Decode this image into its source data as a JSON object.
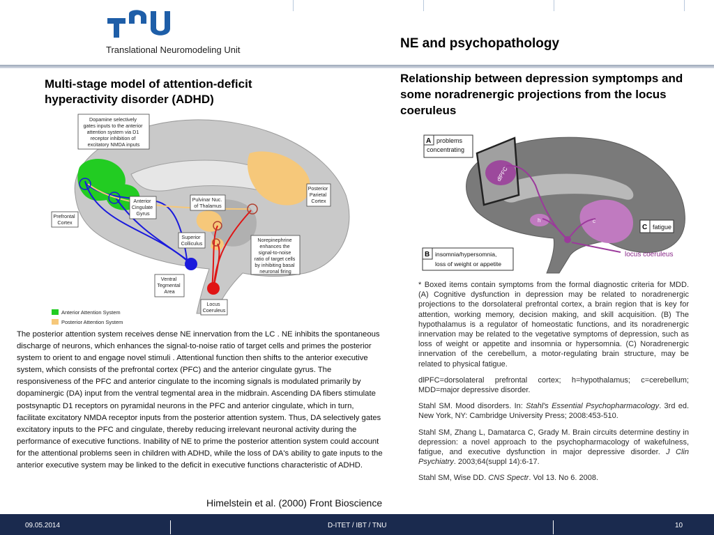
{
  "header": {
    "logo_text": "Translational Neuromodeling Unit",
    "slide_title": "NE and psychopathology"
  },
  "left": {
    "heading": "Multi-stage model of attention-deficit hyperactivity disorder (ADHD)",
    "figure": {
      "label_dopamine": [
        "Dopamine selectively",
        "gates inputs to the anterior",
        "attention system via D1",
        "receptor inhibition of",
        "excitatory NMDA inputs"
      ],
      "label_posterior_parietal": [
        "Posterior",
        "Parietal",
        "Cortex"
      ],
      "label_anterior_cingulate": [
        "Anterior",
        "Cingulate",
        "Gyrus"
      ],
      "label_pulvinar": [
        "Pulvinar Nuc.",
        "of Thalamus"
      ],
      "label_prefrontal": [
        "Prefrontal",
        "Cortex"
      ],
      "label_superior_colliculus": [
        "Superior",
        "Colliculus"
      ],
      "label_norepinephrine": [
        "Norepinephrine",
        "enhances the",
        "signal-to-noise",
        "ratio of target cells",
        "by inhibiting basal",
        "neuronal firing"
      ],
      "label_vta": [
        "Ventral",
        "Tegmental",
        "Area"
      ],
      "label_locus": [
        "Locus",
        "Coeruleus"
      ],
      "legend_anterior": "Anterior Attention System",
      "legend_posterior": "Posterior Attention System",
      "colors": {
        "anterior": "#22cc22",
        "posterior": "#f6c87a",
        "dopamine": "#1a1adc",
        "norepinephrine": "#e01414"
      }
    },
    "body": "The posterior attention system receives dense NE innervation from the LC . NE inhibits the spontaneous discharge of neurons, which enhances the signal-to-noise ratio of target cells and primes the posterior system to orient to and engage novel stimuli . Attentional function then shifts to the anterior executive system, which consists of the prefrontal cortex (PFC) and the anterior cingulate gyrus. The responsiveness of the PFC and anterior cingulate to the incoming signals is modulated primarily by dopaminergic (DA) input from the ventral tegmental area in the midbrain. Ascending DA fibers stimulate postsynaptic D1 receptors on pyramidal neurons in the PFC and anterior cingulate, which in turn, facilitate excitatory NMDA receptor inputs from the posterior attention system. Thus, DA selectively gates excitatory inputs to the PFC and cingulate, thereby reducing irrelevant neuronal activity during the performance of executive functions. Inability of NE to prime the posterior attention system could account for the attentional problems seen in children with ADHD, while the loss of DA's ability to gate inputs to the anterior executive system may be linked to the deficit in executive functions characteristic of ADHD.",
    "citation": "Himelstein et al. (2000) Front Bioscience"
  },
  "right": {
    "heading": "Relationship between depression symptomps and some noradrenergic projections from the locus coeruleus",
    "figure": {
      "box_a_letter": "A",
      "box_a_text": [
        "problems",
        "concentrating"
      ],
      "box_b_letter": "B",
      "box_b_text": [
        "insomnia/hypersomnia,",
        "loss of weight or appetite"
      ],
      "box_c_letter": "C",
      "box_c_text": "fatigue",
      "label_dlpfc": "dlPFC",
      "label_h": "h",
      "label_c": "c",
      "label_locus": "locus coeruleus",
      "colors": {
        "projection": "#9b3a9b",
        "brain": "#7a7a7a"
      }
    },
    "notes": [
      "* Boxed items contain symptoms from the formal diagnostic criteria for MDD. (A) Cognitive dysfunction in depression may be related to noradrenergic projections to the dorsolateral prefrontal cortex, a brain region that is key for attention, working memory, decision making, and skill acquisition. (B) The hypothalamus is a regulator of homeostatic functions, and its noradrenergic innervation may be related to the vegetative symptoms of depression, such as loss of weight or appetite and insomnia or hypersomnia. (C) Noradrenergic innervation of the cerebellum, a motor-regulating brain structure, may be related to physical fatigue.",
      "dlPFC=dorsolateral prefrontal cortex; h=hypothalamus; c=cerebellum; MDD=major depressive disorder."
    ],
    "ref1_prefix": "Stahl SM. Mood disorders. In: ",
    "ref1_italic": "Stahl's Essential Psychopharmacology",
    "ref1_suffix": ". 3rd ed. New York, NY: Cambridge University Press; 2008:453-510.",
    "ref2_prefix": "Stahl SM, Zhang L, Damatarca C, Grady M. Brain circuits determine destiny in depression: a novel approach to the psychopharmacology of wakefulness, fatigue, and executive dysfunction in major depressive disorder. ",
    "ref2_italic": "J Clin Psychiatry",
    "ref2_suffix": ". 2003;64(suppl 14):6-17.",
    "ref3_prefix": "Stahl SM, Wise DD. ",
    "ref3_italic": "CNS Spectr",
    "ref3_suffix": ". Vol 13. No 6. 2008."
  },
  "footer": {
    "date": "09.05.2014",
    "center": "D-ITET / IBT / TNU",
    "page": "10"
  }
}
